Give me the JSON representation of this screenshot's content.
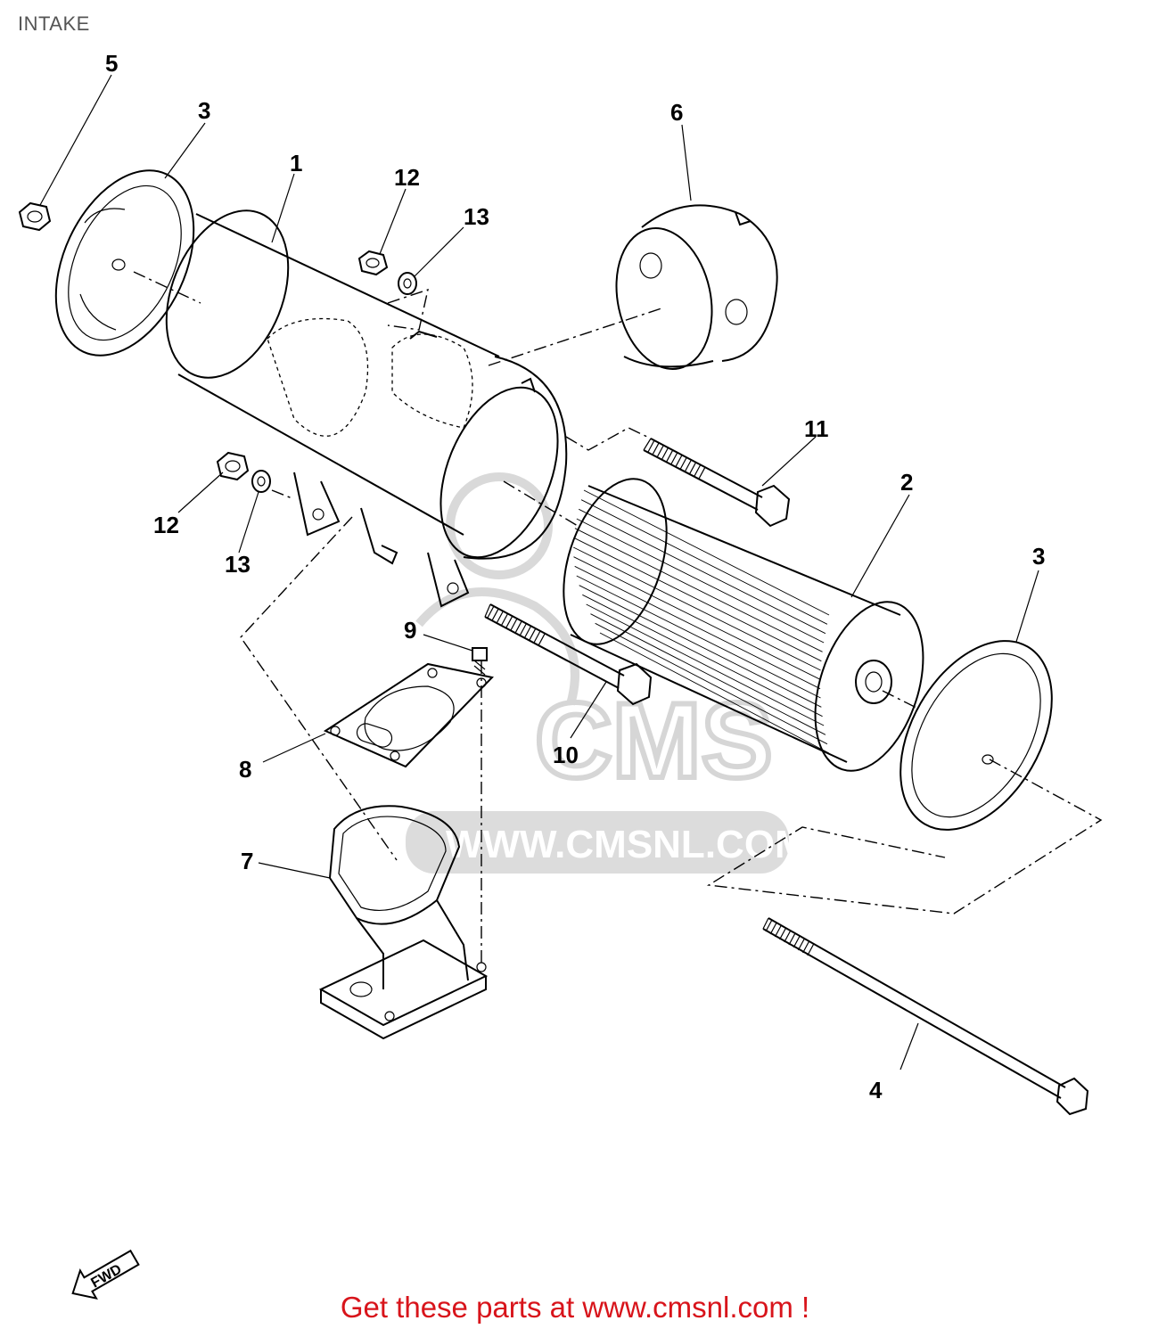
{
  "page": {
    "title": "INTAKE",
    "footer_text": "Get these parts at www.cmsnl.com !"
  },
  "watermark": {
    "brand": "CMS",
    "url": "WWW.CMSNL.COM"
  },
  "fwd_badge": "FWD",
  "part_labels": {
    "p1": "1",
    "p2": "2",
    "p3a": "3",
    "p3b": "3",
    "p4": "4",
    "p5": "5",
    "p6": "6",
    "p7": "7",
    "p8": "8",
    "p9": "9",
    "p10": "10",
    "p11": "11",
    "p12a": "12",
    "p12b": "12",
    "p13a": "13",
    "p13b": "13"
  },
  "colors": {
    "footer": "#d8141b",
    "title": "#555555",
    "watermark": "#d9d9d9"
  }
}
